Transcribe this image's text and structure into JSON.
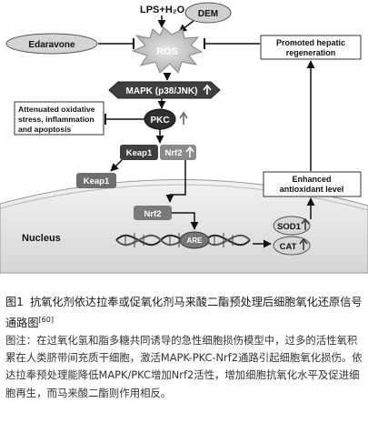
{
  "diagram": {
    "lps_h2o2": "LPS+H₂O₂",
    "dem": "DEM",
    "ros": "ROS",
    "edaravone": "Edaravone",
    "promoted_line1": "Promoted hepatic",
    "promoted_line2": "regeneration",
    "mapk": "MAPK (p38/JNK)",
    "attenuated_line1": "Attenuated oxidative",
    "attenuated_line2": "stress, inflammation",
    "attenuated_line3": "and apoptosis",
    "pkc": "PKC",
    "keap1_bound": "Keap1",
    "nrf2_bound": "Nrf2",
    "keap1_free": "Keap1",
    "enhanced_line1": "Enhanced",
    "enhanced_line2": "antioxidant level",
    "nrf2_nuclear": "Nrf2",
    "are": "ARE",
    "sod1": "SOD1",
    "cat": "CAT",
    "nucleus": "Nucleus"
  },
  "caption": {
    "figure_number": "图1",
    "title": "抗氧化剂依达拉奉或促氧化剂马来酸二酯预处理后细胞氧化还原信号通路图",
    "reference": "[60]",
    "note": "图注：在过氧化氢和脂多糖共同诱导的急性细胞损伤模型中，过多的活性氧积累在人类脐带间充质干细胞，激活MAPK-PKC-Nrf2通路引起细胞氧化损伤。依达拉奉预处理能降低MAPK/PKC增加Nrf2活性，增加细胞抗氧化水平及促进细胞再生，而马来酸二酯则作用相反。"
  },
  "colors": {
    "dark_box": "#3a3a3a",
    "grey_box": "#8a8a8a",
    "ros_burst": "#c8c8c8",
    "nucleus_fill": "#e6e6e6",
    "line": "#111111"
  }
}
